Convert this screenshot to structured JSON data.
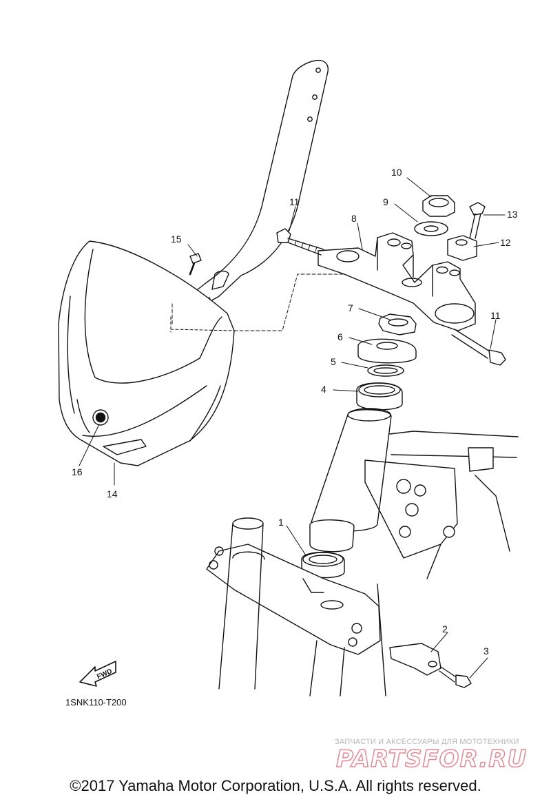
{
  "diagram": {
    "code": "1SNK110-T200",
    "fwd_label": "FWD",
    "callouts": [
      {
        "id": "c1",
        "label": "1"
      },
      {
        "id": "c2",
        "label": "2"
      },
      {
        "id": "c3",
        "label": "3"
      },
      {
        "id": "c4",
        "label": "4"
      },
      {
        "id": "c5",
        "label": "5"
      },
      {
        "id": "c6",
        "label": "6"
      },
      {
        "id": "c7",
        "label": "7"
      },
      {
        "id": "c8",
        "label": "8"
      },
      {
        "id": "c9",
        "label": "9"
      },
      {
        "id": "c10",
        "label": "10"
      },
      {
        "id": "c11a",
        "label": "11"
      },
      {
        "id": "c11b",
        "label": "11"
      },
      {
        "id": "c12",
        "label": "12"
      },
      {
        "id": "c13",
        "label": "13"
      },
      {
        "id": "c14",
        "label": "14"
      },
      {
        "id": "c15",
        "label": "15"
      },
      {
        "id": "c16",
        "label": "16"
      }
    ]
  },
  "watermark": {
    "tagline": "ЗАПЧАСТИ И АКСЕССУАРЫ ДЛЯ МОТОТЕХНИКИ",
    "brand": "PARTSFOR.RU",
    "brand_color": "#e58a92"
  },
  "footer": {
    "copyright": "©2017 Yamaha Motor Corporation, U.S.A. All rights reserved."
  }
}
